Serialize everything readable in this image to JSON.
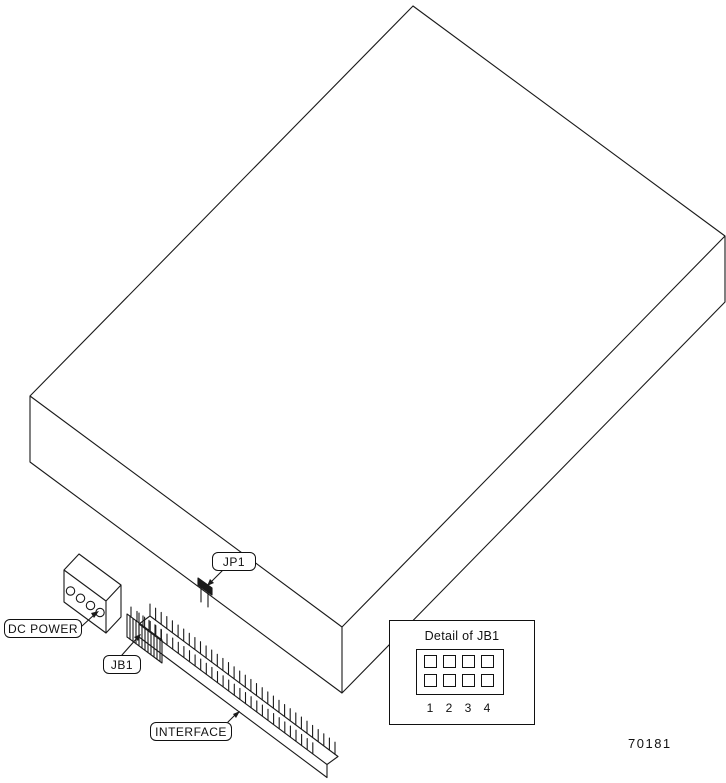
{
  "colors": {
    "line": "#1a1a1a",
    "background": "#ffffff"
  },
  "callouts": {
    "dc_power": "DC POWER",
    "jb1": "JB1",
    "jp1": "JP1",
    "interface": "INTERFACE"
  },
  "detail_inset": {
    "title": "Detail of JB1",
    "pin_numbers": [
      "1",
      "2",
      "3",
      "4"
    ]
  },
  "figure_number": "70181"
}
